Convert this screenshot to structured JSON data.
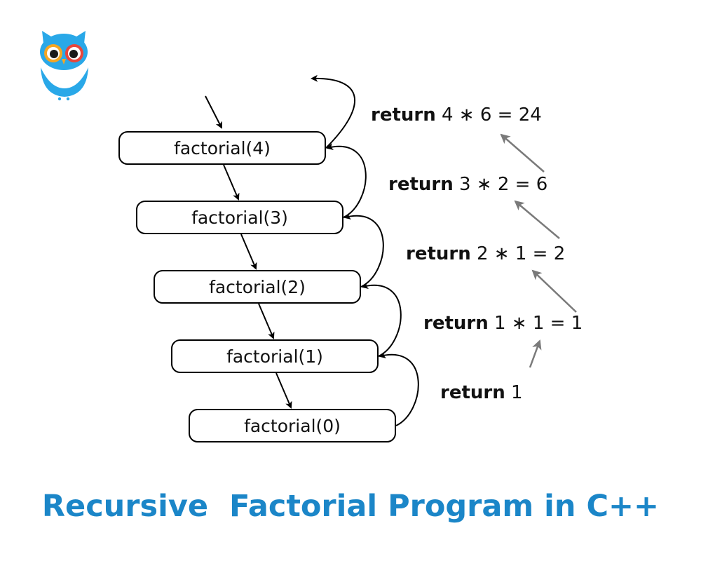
{
  "title": "Recursive  Factorial Program in C++",
  "colors": {
    "title": "#1b86c8",
    "owl_body": "#29a8e8",
    "owl_eye_left": "#f5a623",
    "owl_eye_right": "#e8463c",
    "call_arrow": "#000000",
    "return_arrow": "#7a7a7a"
  },
  "logo": {
    "icon": "owl-logo-icon"
  },
  "calls": [
    {
      "label": "factorial(4)"
    },
    {
      "label": "factorial(3)"
    },
    {
      "label": "factorial(2)"
    },
    {
      "label": "factorial(1)"
    },
    {
      "label": "factorial(0)"
    }
  ],
  "returns": [
    {
      "keyword": "return",
      "expr": "4 ∗ 6 = 24"
    },
    {
      "keyword": "return",
      "expr": "3 ∗ 2 = 6"
    },
    {
      "keyword": "return",
      "expr": "2 ∗ 1 = 2"
    },
    {
      "keyword": "return",
      "expr": "1 ∗ 1 = 1"
    },
    {
      "keyword": "return",
      "expr": "1"
    }
  ]
}
